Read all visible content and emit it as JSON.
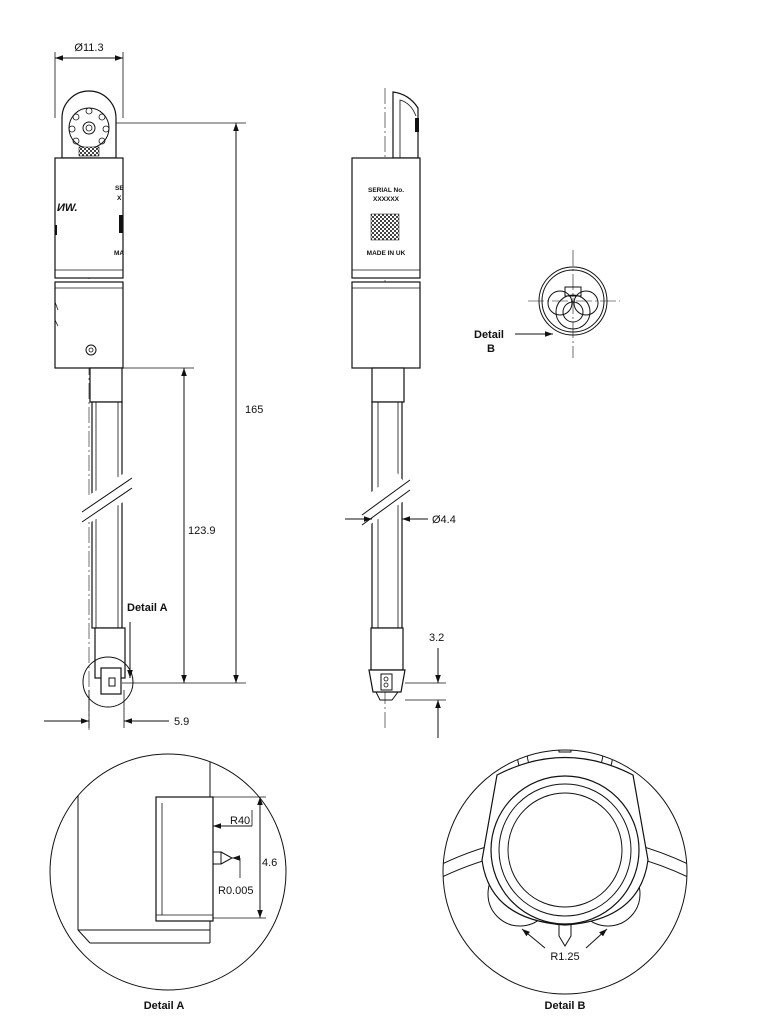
{
  "dimensions": {
    "head_diameter": "Ø11.3",
    "overall_length": "165",
    "shaft_length": "123.9",
    "offset_width": "5.9",
    "shaft_diameter": "Ø4.4",
    "tip_length": "3.2"
  },
  "detail_a": {
    "callout": "Detail A",
    "caption": "Detail A",
    "radius_large": "R40",
    "height": "4.6",
    "radius_small": "R0.005"
  },
  "detail_b": {
    "callout": "Detail\nB",
    "caption": "Detail B",
    "radius": "R1.25"
  },
  "body_marking": {
    "serial_label": "SERIAL No.",
    "serial_value": "XXXXXX",
    "origin": "MADE IN UK"
  }
}
